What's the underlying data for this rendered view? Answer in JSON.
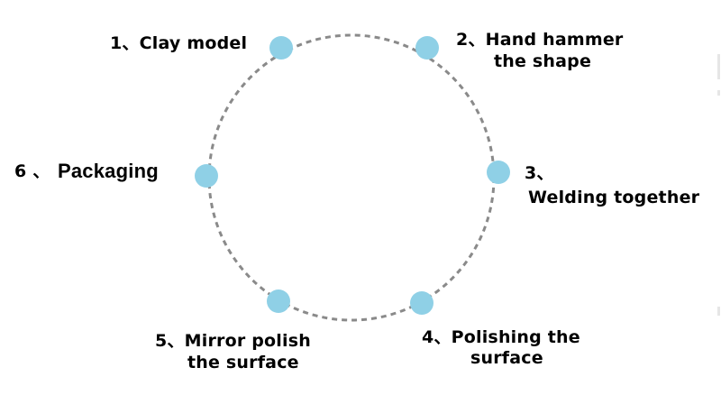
{
  "diagram": {
    "colors": {
      "ring": "#8a8a8a",
      "node": "#8fd0e6",
      "text": "#000000"
    },
    "steps": [
      {
        "number": "1、",
        "lines": [
          "Clay model"
        ]
      },
      {
        "number": "2、",
        "lines": [
          "Hand hammer",
          "the shape"
        ]
      },
      {
        "number": "3、",
        "lines": [
          "Welding together"
        ]
      },
      {
        "number": "4、",
        "lines": [
          "Polishing the",
          "surface"
        ]
      },
      {
        "number": "5、",
        "lines": [
          "Mirror polish",
          "the surface"
        ]
      },
      {
        "number": "6 、",
        "lines": [
          "Packaging"
        ]
      }
    ]
  }
}
